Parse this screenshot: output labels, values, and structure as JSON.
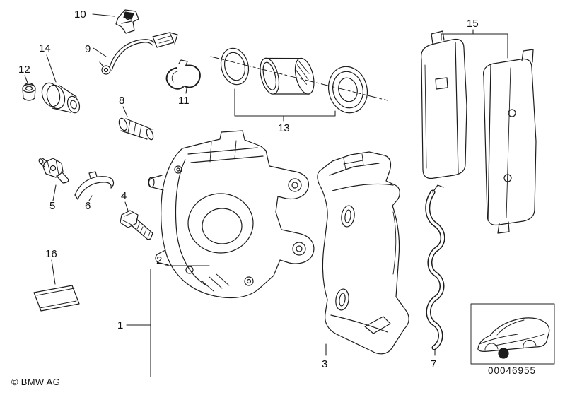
{
  "diagram": {
    "callouts": [
      {
        "part": "1"
      },
      {
        "part": "2"
      },
      {
        "part": "3"
      },
      {
        "part": "4"
      },
      {
        "part": "5"
      },
      {
        "part": "6"
      },
      {
        "part": "7"
      },
      {
        "part": "8"
      },
      {
        "part": "9"
      },
      {
        "part": "10"
      },
      {
        "part": "11"
      },
      {
        "part": "12"
      },
      {
        "part": "13"
      },
      {
        "part": "14"
      },
      {
        "part": "15"
      },
      {
        "part": "16"
      }
    ],
    "footer": {
      "copyright": "© BMW AG"
    },
    "reference": {
      "number": "00046955"
    }
  },
  "colors": {
    "line": "#1c1c1c",
    "background": "#ffffff"
  }
}
